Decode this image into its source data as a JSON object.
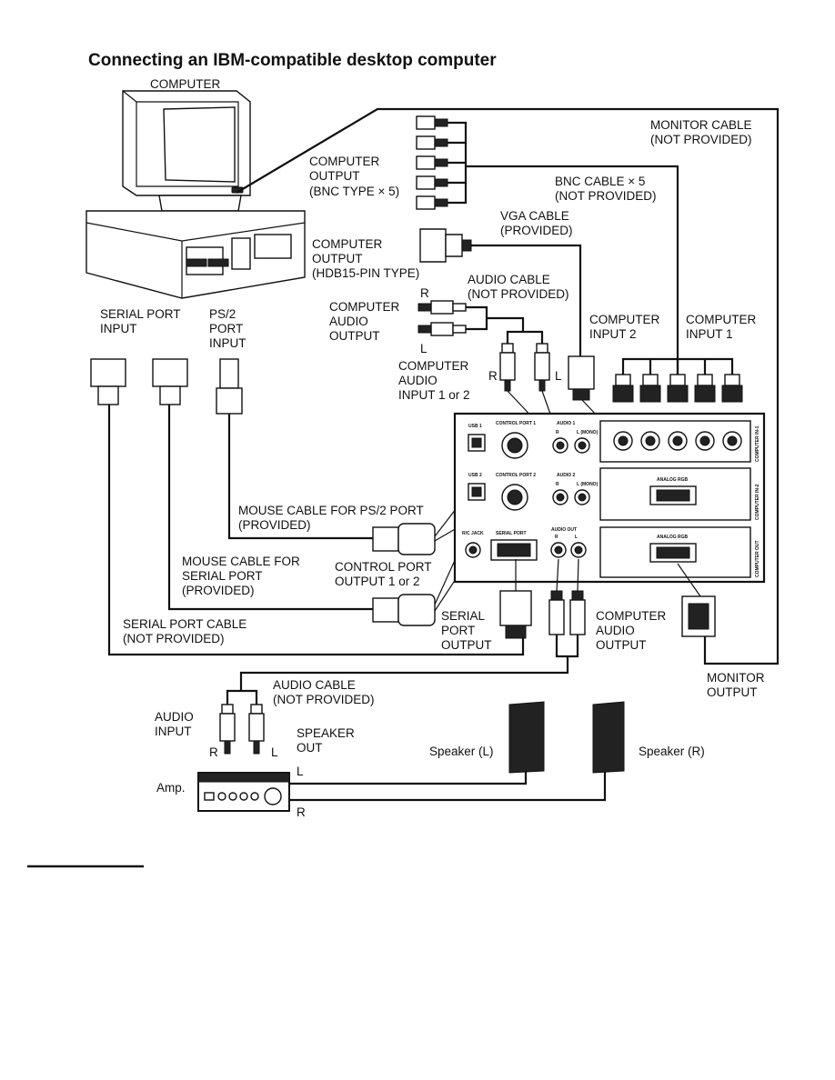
{
  "title": "Connecting an IBM-compatible desktop computer",
  "labels": {
    "computer": "COMPUTER",
    "monitor_cable_1": "MONITOR CABLE",
    "monitor_cable_2": "(NOT PROVIDED)",
    "computer_output_bnc_1": "COMPUTER",
    "computer_output_bnc_2": "OUTPUT",
    "computer_output_bnc_3": "(BNC TYPE × 5)",
    "bnc_cable_1": "BNC CABLE × 5",
    "bnc_cable_2": "(NOT PROVIDED)",
    "vga_cable_1": "VGA CABLE",
    "vga_cable_2": "(PROVIDED)",
    "computer_output_hdb_1": "COMPUTER",
    "computer_output_hdb_2": "OUTPUT",
    "computer_output_hdb_3": "(HDB15-PIN TYPE)",
    "audio_cable_top_1": "AUDIO CABLE",
    "audio_cable_top_2": "(NOT PROVIDED)",
    "r_top": "R",
    "l_top": "L",
    "computer_audio_output_1": "COMPUTER",
    "computer_audio_output_2": "AUDIO",
    "computer_audio_output_3": "OUTPUT",
    "serial_port_input_1": "SERIAL PORT",
    "serial_port_input_2": "INPUT",
    "ps2_port_input_1": "PS/2",
    "ps2_port_input_2": "PORT",
    "ps2_port_input_3": "INPUT",
    "computer_input_2_1": "COMPUTER",
    "computer_input_2_2": "INPUT 2",
    "computer_input_1_1": "COMPUTER",
    "computer_input_1_2": "INPUT 1",
    "computer_audio_input_1": "COMPUTER",
    "computer_audio_input_2": "AUDIO",
    "computer_audio_input_3": "INPUT 1 or 2",
    "r_mid": "R",
    "l_mid": "L",
    "mouse_ps2_1": "MOUSE CABLE FOR PS/2 PORT",
    "mouse_ps2_2": "(PROVIDED)",
    "mouse_serial_1": "MOUSE CABLE FOR",
    "mouse_serial_2": "SERIAL PORT",
    "mouse_serial_3": "(PROVIDED)",
    "control_port_output_1": "CONTROL PORT",
    "control_port_output_2": "OUTPUT 1 or 2",
    "serial_port_cable_1": "SERIAL PORT CABLE",
    "serial_port_cable_2": "(NOT PROVIDED)",
    "serial_port_output_1": "SERIAL",
    "serial_port_output_2": "PORT",
    "serial_port_output_3": "OUTPUT",
    "computer_audio_output_b_1": "COMPUTER",
    "computer_audio_output_b_2": "AUDIO",
    "computer_audio_output_b_3": "OUTPUT",
    "monitor_output_1": "MONITOR",
    "monitor_output_2": "OUTPUT",
    "audio_cable_bottom_1": "AUDIO CABLE",
    "audio_cable_bottom_2": "(NOT PROVIDED)",
    "audio_input_1": "AUDIO",
    "audio_input_2": "INPUT",
    "speaker_out_1": "SPEAKER",
    "speaker_out_2": "OUT",
    "r_bottom": "R",
    "l_bottom": "L",
    "amp": "Amp.",
    "speaker_l": "Speaker (L)",
    "speaker_r": "Speaker (R)",
    "line_l": "L",
    "line_r": "R"
  },
  "panel": {
    "usb1": "USB 1",
    "usb2": "USB 2",
    "control_port_1": "CONTROL PORT 1",
    "control_port_2": "CONTROL PORT 2",
    "audio_1": "AUDIO 1",
    "audio_2": "AUDIO 2",
    "r1": "R",
    "l_mono_1": "L (MONO)",
    "r2": "R",
    "l_mono_2": "L (MONO)",
    "rc_jack": "R/C JACK",
    "serial_port": "SERIAL PORT",
    "audio_out": "AUDIO OUT",
    "r3": "R",
    "l3": "L",
    "analog_rgb_1": "ANALOG RGB",
    "analog_rgb_2": "ANALOG RGB",
    "computer_in_1": "COMPUTER IN-1",
    "computer_in_2": "COMPUTER IN-2",
    "computer_out": "COMPUTER OUT"
  },
  "colors": {
    "ink": "#111111",
    "paper": "#ffffff"
  }
}
